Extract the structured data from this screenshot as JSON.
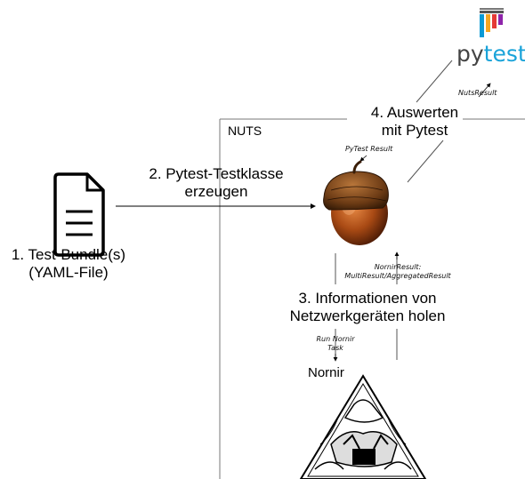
{
  "nuts_label": "NUTS",
  "pytest_logo": {
    "py": "py",
    "test": "test",
    "py_color": "#444444",
    "test_color": "#1aa3d9"
  },
  "steps": {
    "step1": {
      "line1": "1. Test-Bundle(s)",
      "line2": "(YAML-File)"
    },
    "step2": {
      "line1": "2. Pytest-Testklasse",
      "line2": "erzeugen"
    },
    "step3": {
      "line1": "3. Informationen von",
      "line2": "Netzwerkgeräten holen"
    },
    "step4": {
      "line1": "4. Auswerten",
      "line2": "mit Pytest"
    }
  },
  "annotations": {
    "nuts_result": "NutsResult",
    "pytest_result": "PyTest Result",
    "nornir_result_line1": "NornirResult:",
    "nornir_result_line2": "MultiResult/AggregatedResult",
    "run_nornir_line1": "Run Nornir",
    "run_nornir_line2": "Task"
  },
  "nornir_label": "Nornir",
  "icons": [
    "document-icon",
    "acorn-icon",
    "pytest-logo-icon",
    "nornir-triangle-icon"
  ]
}
